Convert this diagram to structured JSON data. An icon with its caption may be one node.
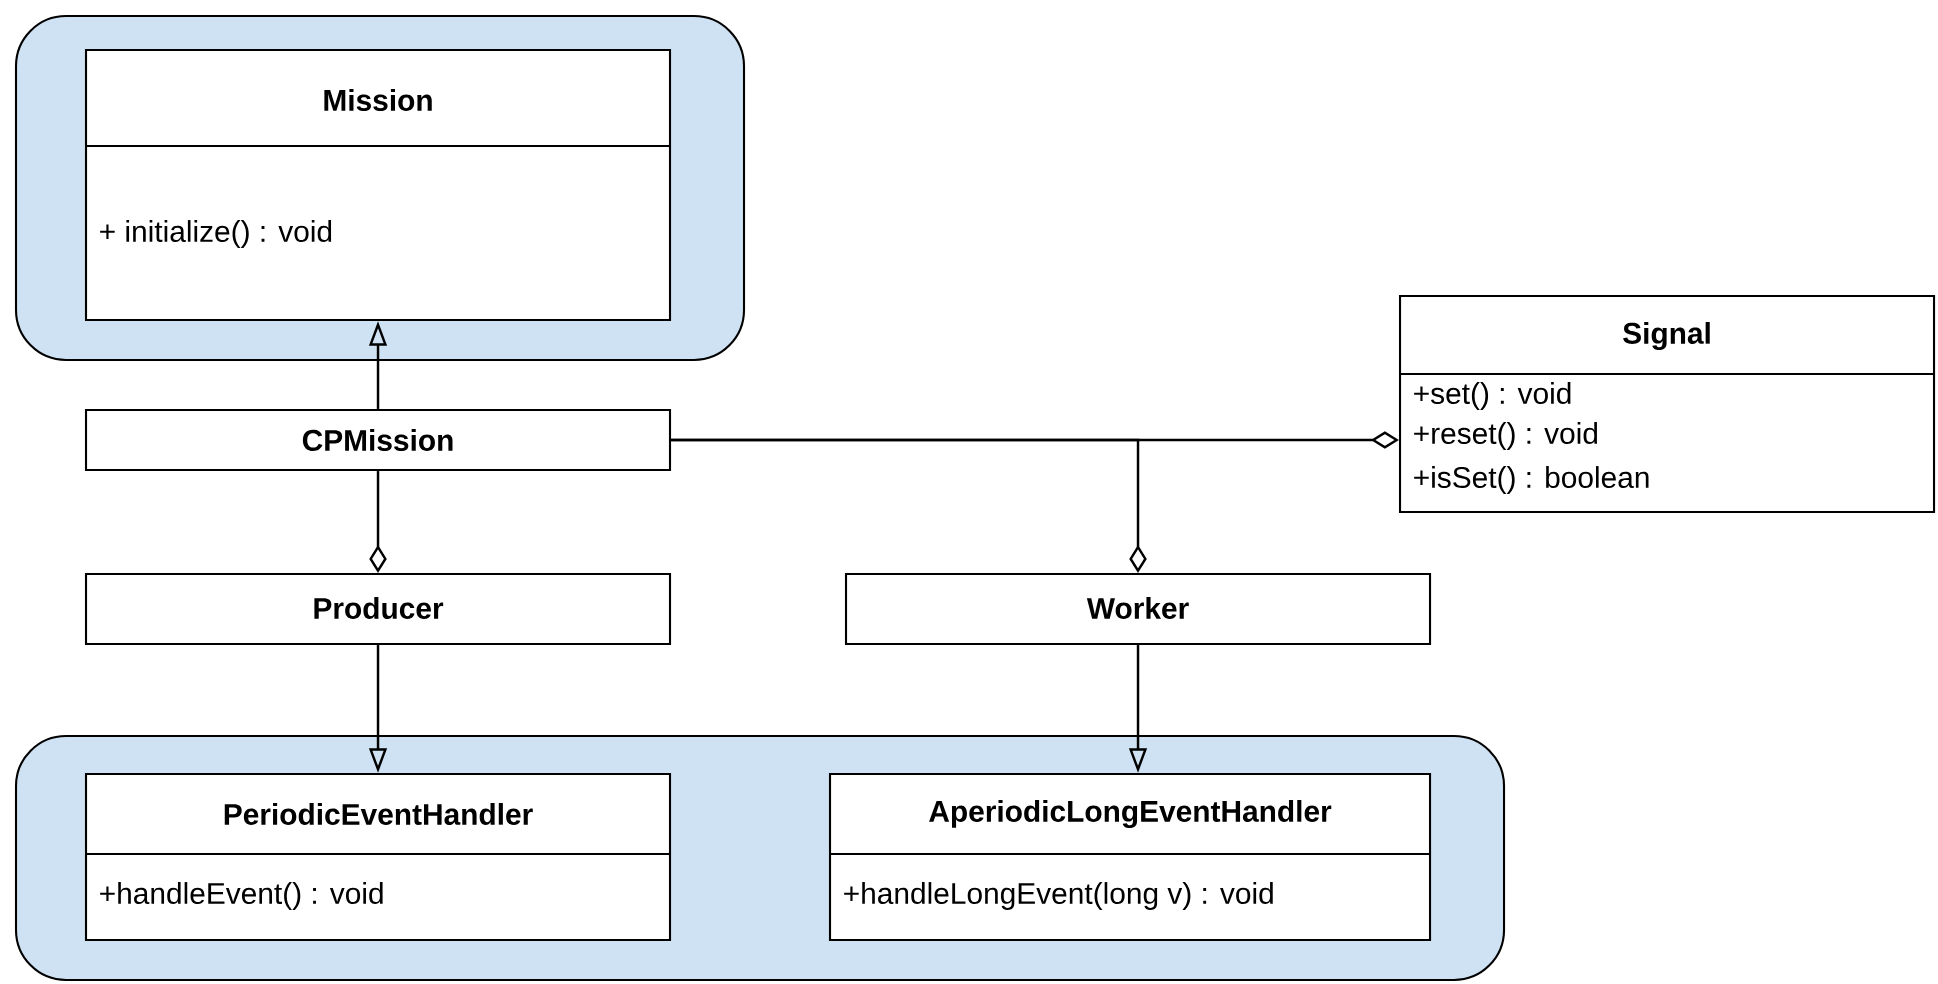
{
  "diagram": {
    "nodes": [
      {
        "text": [],
        "shape": "box"
      },
      {
        "text": [
          "Mission",
          "+ initialize() : void"
        ],
        "in": 0
      },
      {
        "text": [
          "Signal",
          "+set() : void",
          "+reset() : void",
          "+isSet() : boolean"
        ]
      },
      {
        "text": [
          "CPMission"
        ]
      },
      {
        "text": [
          "Producer"
        ]
      },
      {
        "text": [
          "Worker"
        ]
      },
      {
        "text": [],
        "shape": "box"
      },
      {
        "text": [
          "PeriodicEventHandler",
          "+handleEvent() : void"
        ],
        "in": 6
      },
      {
        "text": [
          "AperiodicLongEventHandler",
          "+handleLongEvent(long v) : void"
        ],
        "in": 6
      }
    ],
    "edges": [
      {
        "from": 3,
        "to": 1,
        "arrow": "to"
      },
      {
        "from": 3,
        "to": 4,
        "arrow": "other"
      },
      {
        "from": 3,
        "to": 2,
        "arrow": "other"
      },
      {
        "from": 3,
        "to": 5,
        "arrow": "other"
      },
      {
        "from": 4,
        "to": 7,
        "arrow": "to"
      },
      {
        "from": 5,
        "to": 8,
        "arrow": "to"
      }
    ]
  }
}
